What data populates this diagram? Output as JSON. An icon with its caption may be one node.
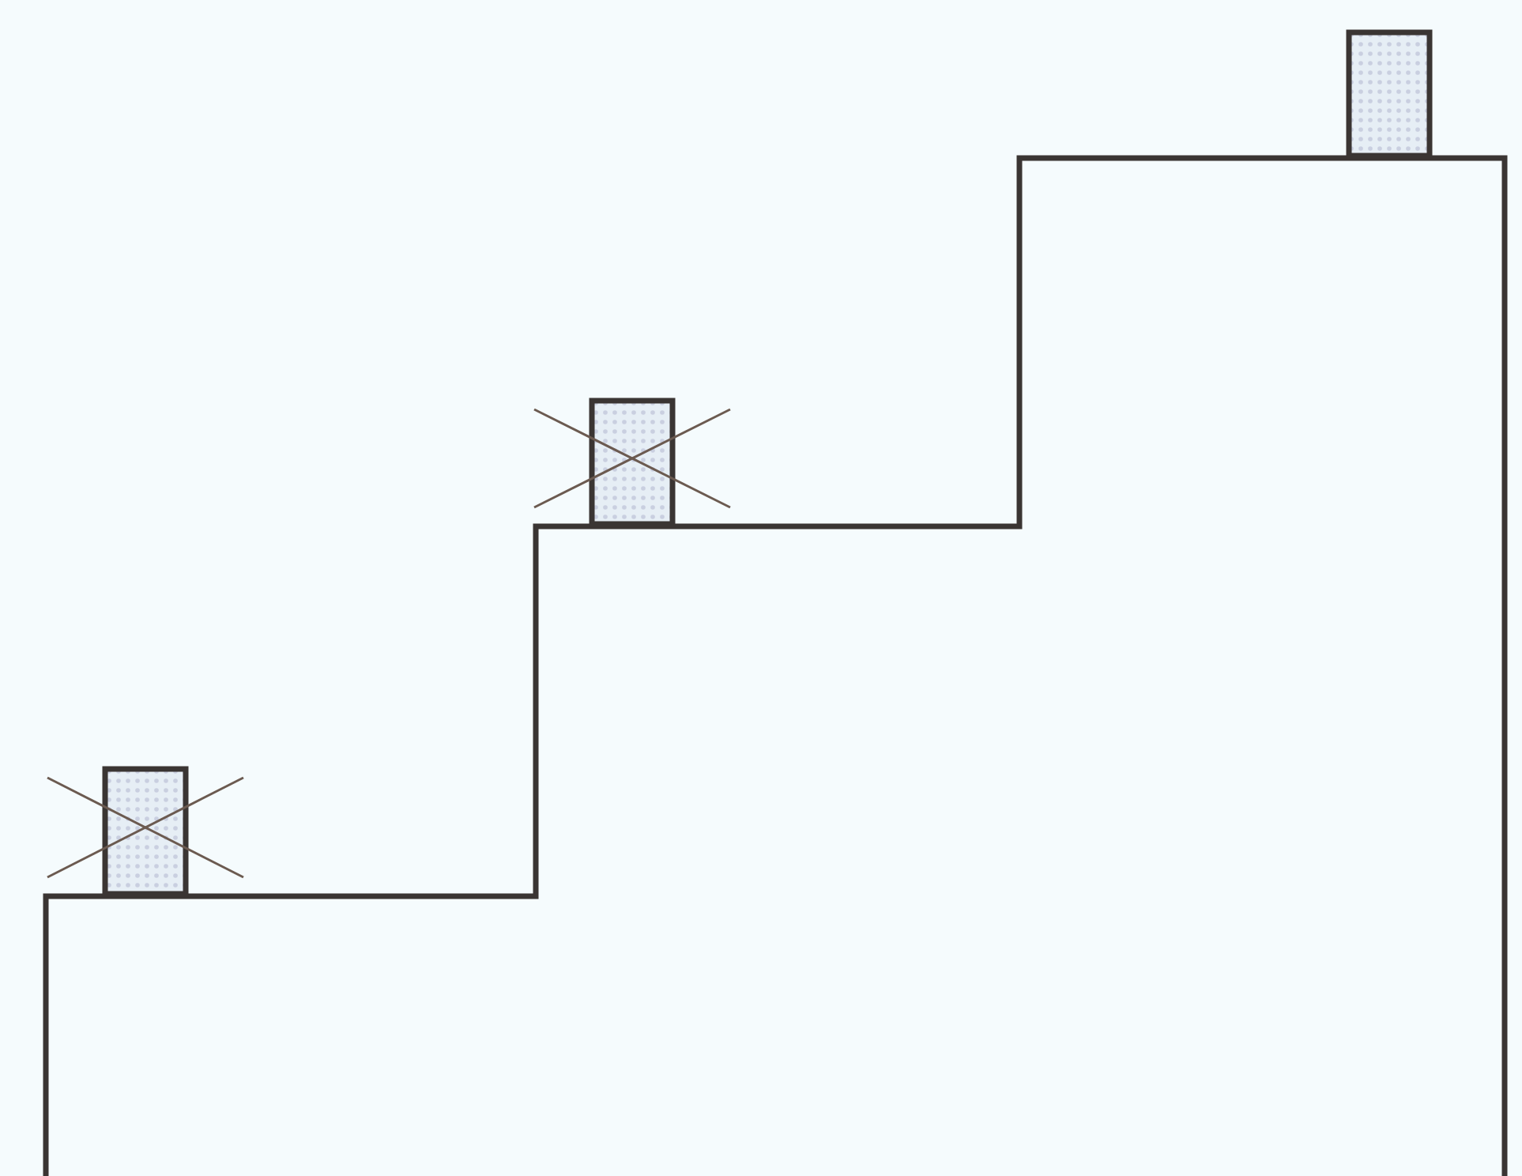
{
  "diagram": {
    "nodes": [
      {
        "text": [],
        "shape": "box"
      },
      {
        "text": [],
        "shape": "box"
      },
      {
        "text": [],
        "shape": "box"
      }
    ]
  }
}
